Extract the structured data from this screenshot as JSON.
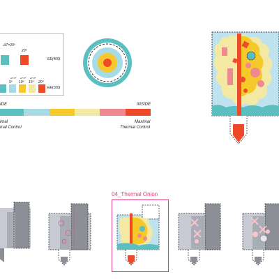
{
  "legend": {
    "delta_label": "ΔT=20º",
    "row1_label": "EE(400)",
    "row1_degree": "20º",
    "row2_label": "EE(100)",
    "row2_degrees": [
      "5º",
      "10º",
      "15º",
      "20º"
    ],
    "row2_tiny": [
      "ΔT=5º",
      "ΔT=5º",
      "ΔT=5º"
    ]
  },
  "scale": {
    "inside": "INSIDE",
    "outside_partial": "IDE",
    "minimal_line1": "imal",
    "minimal_line2": "mal Control",
    "maximal_line1": "Maximal",
    "maximal_line2": "Thermal Control"
  },
  "panels": {
    "selected_title": "04_Thermal Onion"
  },
  "colors": {
    "teal": "#5bbfbf",
    "light_blue": "#a8dbe6",
    "yellow": "#f5c92a",
    "pale_yellow": "#f3e9a2",
    "pink": "#ee8a8f",
    "red_orange": "#ee4a2a",
    "magenta": "#e0407a",
    "gray": "#8c8f96"
  }
}
